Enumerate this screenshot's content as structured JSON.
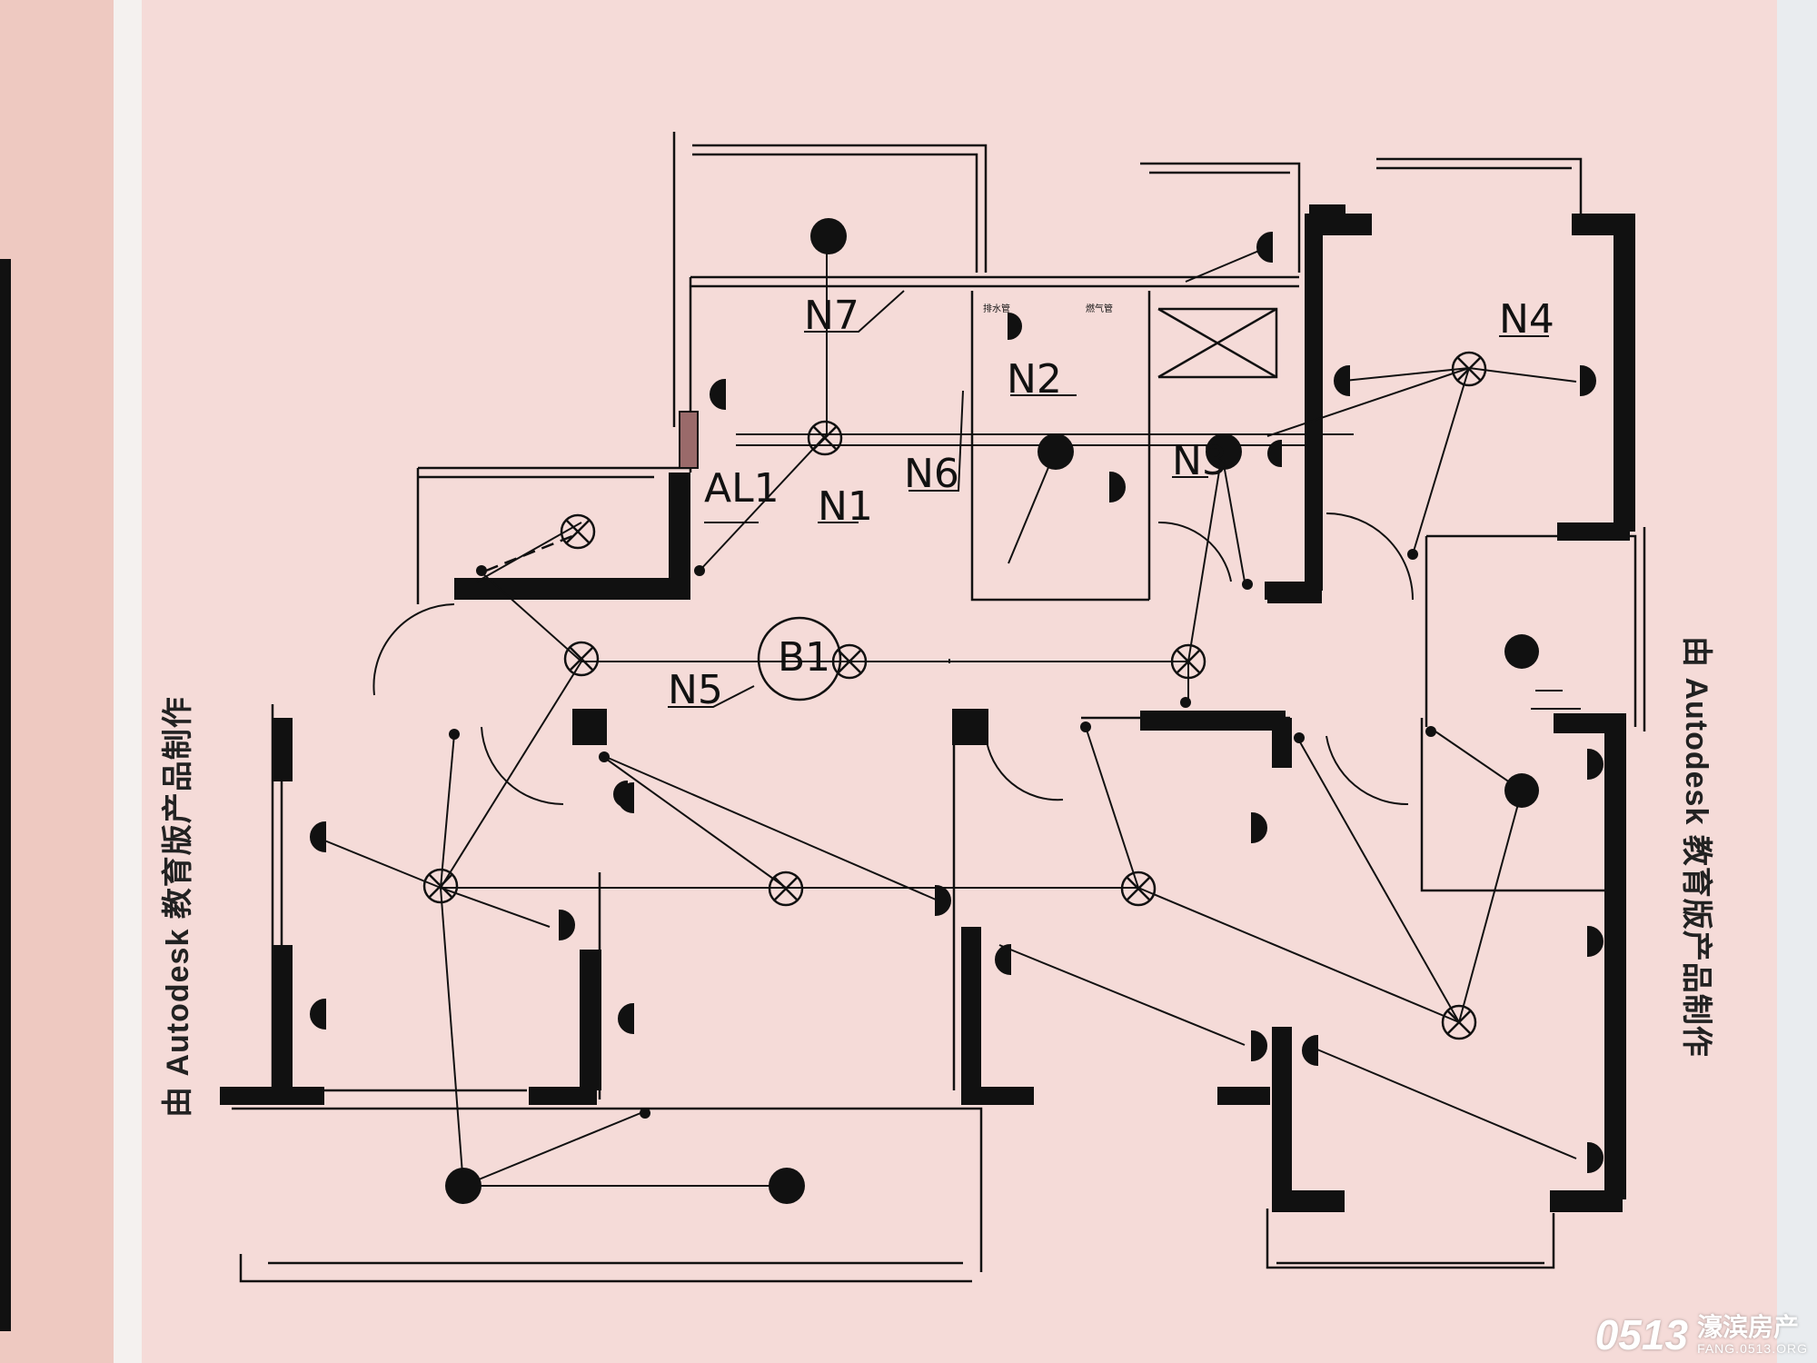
{
  "watermark_left": "由 Autodesk 教育版产品制作",
  "watermark_right": "由 Autodesk 教育版产品制作",
  "labels": {
    "n7": "N7",
    "n2": "N2",
    "n1": "N1",
    "n6": "N6",
    "n3": "N3",
    "n4": "N4",
    "n5": "N5",
    "al1": "AL1",
    "b1": "B1"
  },
  "small_notes": {
    "note1": "排水管",
    "note2": "燃气管"
  },
  "logo": {
    "number": "0513",
    "name": "濠滨房产",
    "url": "FANG.0513.ORG"
  },
  "colors": {
    "paper": "#f5dbd8",
    "ink": "#111111"
  }
}
